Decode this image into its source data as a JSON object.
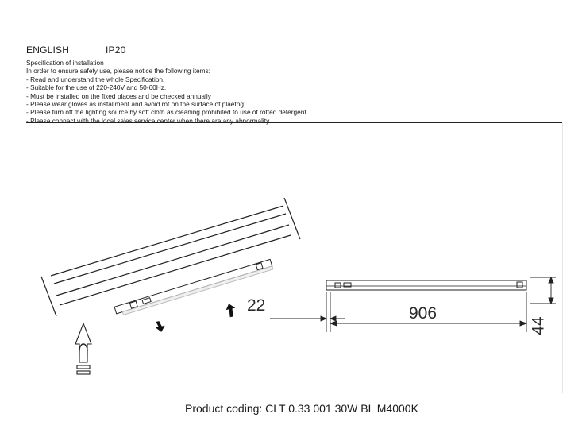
{
  "header": {
    "language": "ENGLISH",
    "ip_rating": "IP20"
  },
  "spec": {
    "title": "Specification of installation",
    "intro": "In order to ensure safety use, please notice the following items:",
    "items": [
      "- Read and understand the whole Specification.",
      "- Suitable for the use of 220-240V and 50-60Hz.",
      "- Must be installed on the fixed places and be checked annually",
      "- Please wear gloves as installment and avoid rot on the surface of plaetng.",
      "- Please turn off the lighting source by soft cloth as cleaning prohibited to use of rotted detergent.",
      "- Please connect with the local sales service center when there are any abnormality."
    ]
  },
  "dimensions": {
    "gap": "22",
    "length": "906",
    "height": "44"
  },
  "icons": [
    "up-arrow-icon",
    "magnet-icon"
  ],
  "product_coding": "Product coding: CLT 0.33 001 30W BL M4000K"
}
